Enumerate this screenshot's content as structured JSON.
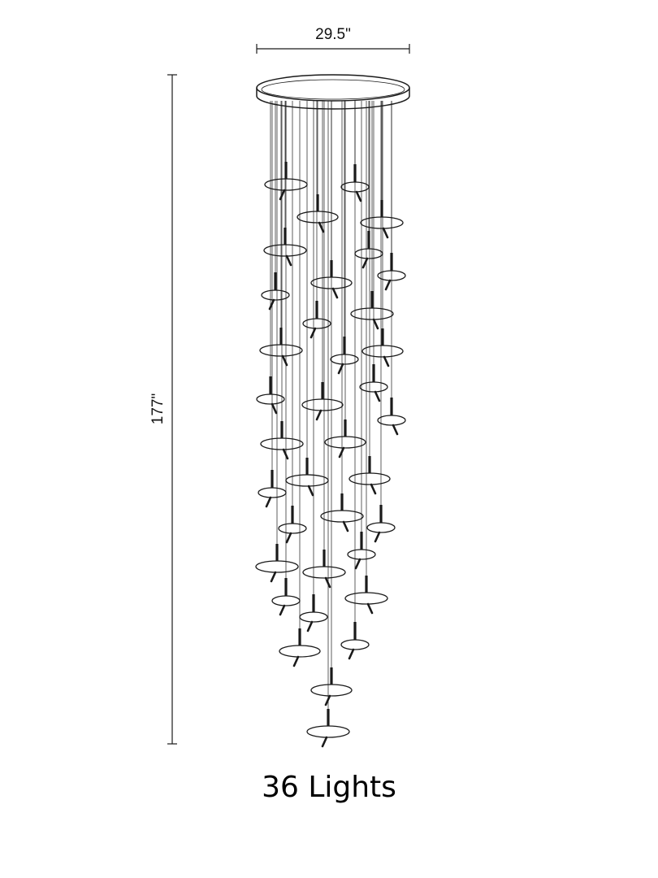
{
  "dimensions": {
    "width_label": "29.5\"",
    "height_label": "177\""
  },
  "fixture": {
    "light_count": 36
  },
  "caption": "36 Lights",
  "colors": {
    "line": "#1a1a1a",
    "background": "#ffffff"
  }
}
